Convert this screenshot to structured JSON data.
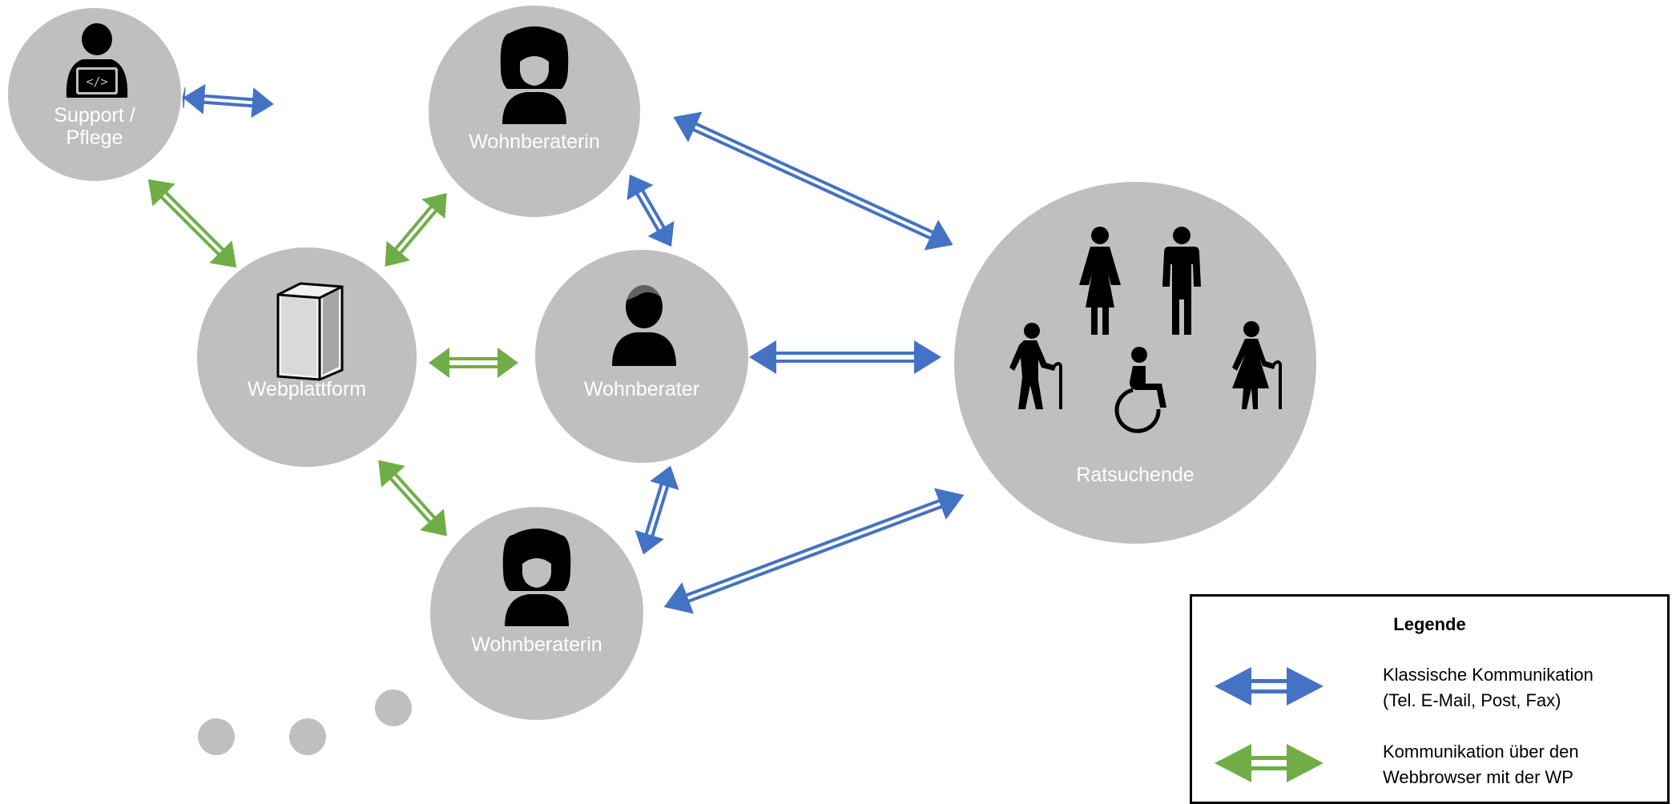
{
  "colors": {
    "node_fill": "#bfbfbf",
    "classic_arrow": "#4472c4",
    "web_arrow": "#70ad47",
    "icon": "#000000",
    "label": "#ffffff"
  },
  "nodes": {
    "support": {
      "label_line1": "Support /",
      "label_line2": "Pflege",
      "icon": "developer-laptop-icon"
    },
    "advisor_female_top": {
      "label": "Wohnberaterin",
      "icon": "woman-icon"
    },
    "platform": {
      "label": "Webplattform",
      "icon": "server-icon"
    },
    "advisor_male": {
      "label": "Wohnberater",
      "icon": "man-icon"
    },
    "advisor_female_bottom": {
      "label": "Wohnberaterin",
      "icon": "woman-icon"
    },
    "seekers": {
      "label": "Ratsuchende",
      "icons": [
        "woman-icon",
        "man-icon",
        "elderly-man-cane-icon",
        "wheelchair-user-icon",
        "elderly-woman-cane-icon"
      ]
    }
  },
  "legend": {
    "title": "Legende",
    "items": [
      {
        "line1": "Klassische Kommunikation",
        "line2": "(Tel. E-Mail, Post, Fax)",
        "color": "#4472c4"
      },
      {
        "line1": "Kommunikation über den",
        "line2": "Webbrowser mit der WP",
        "color": "#70ad47"
      }
    ]
  }
}
